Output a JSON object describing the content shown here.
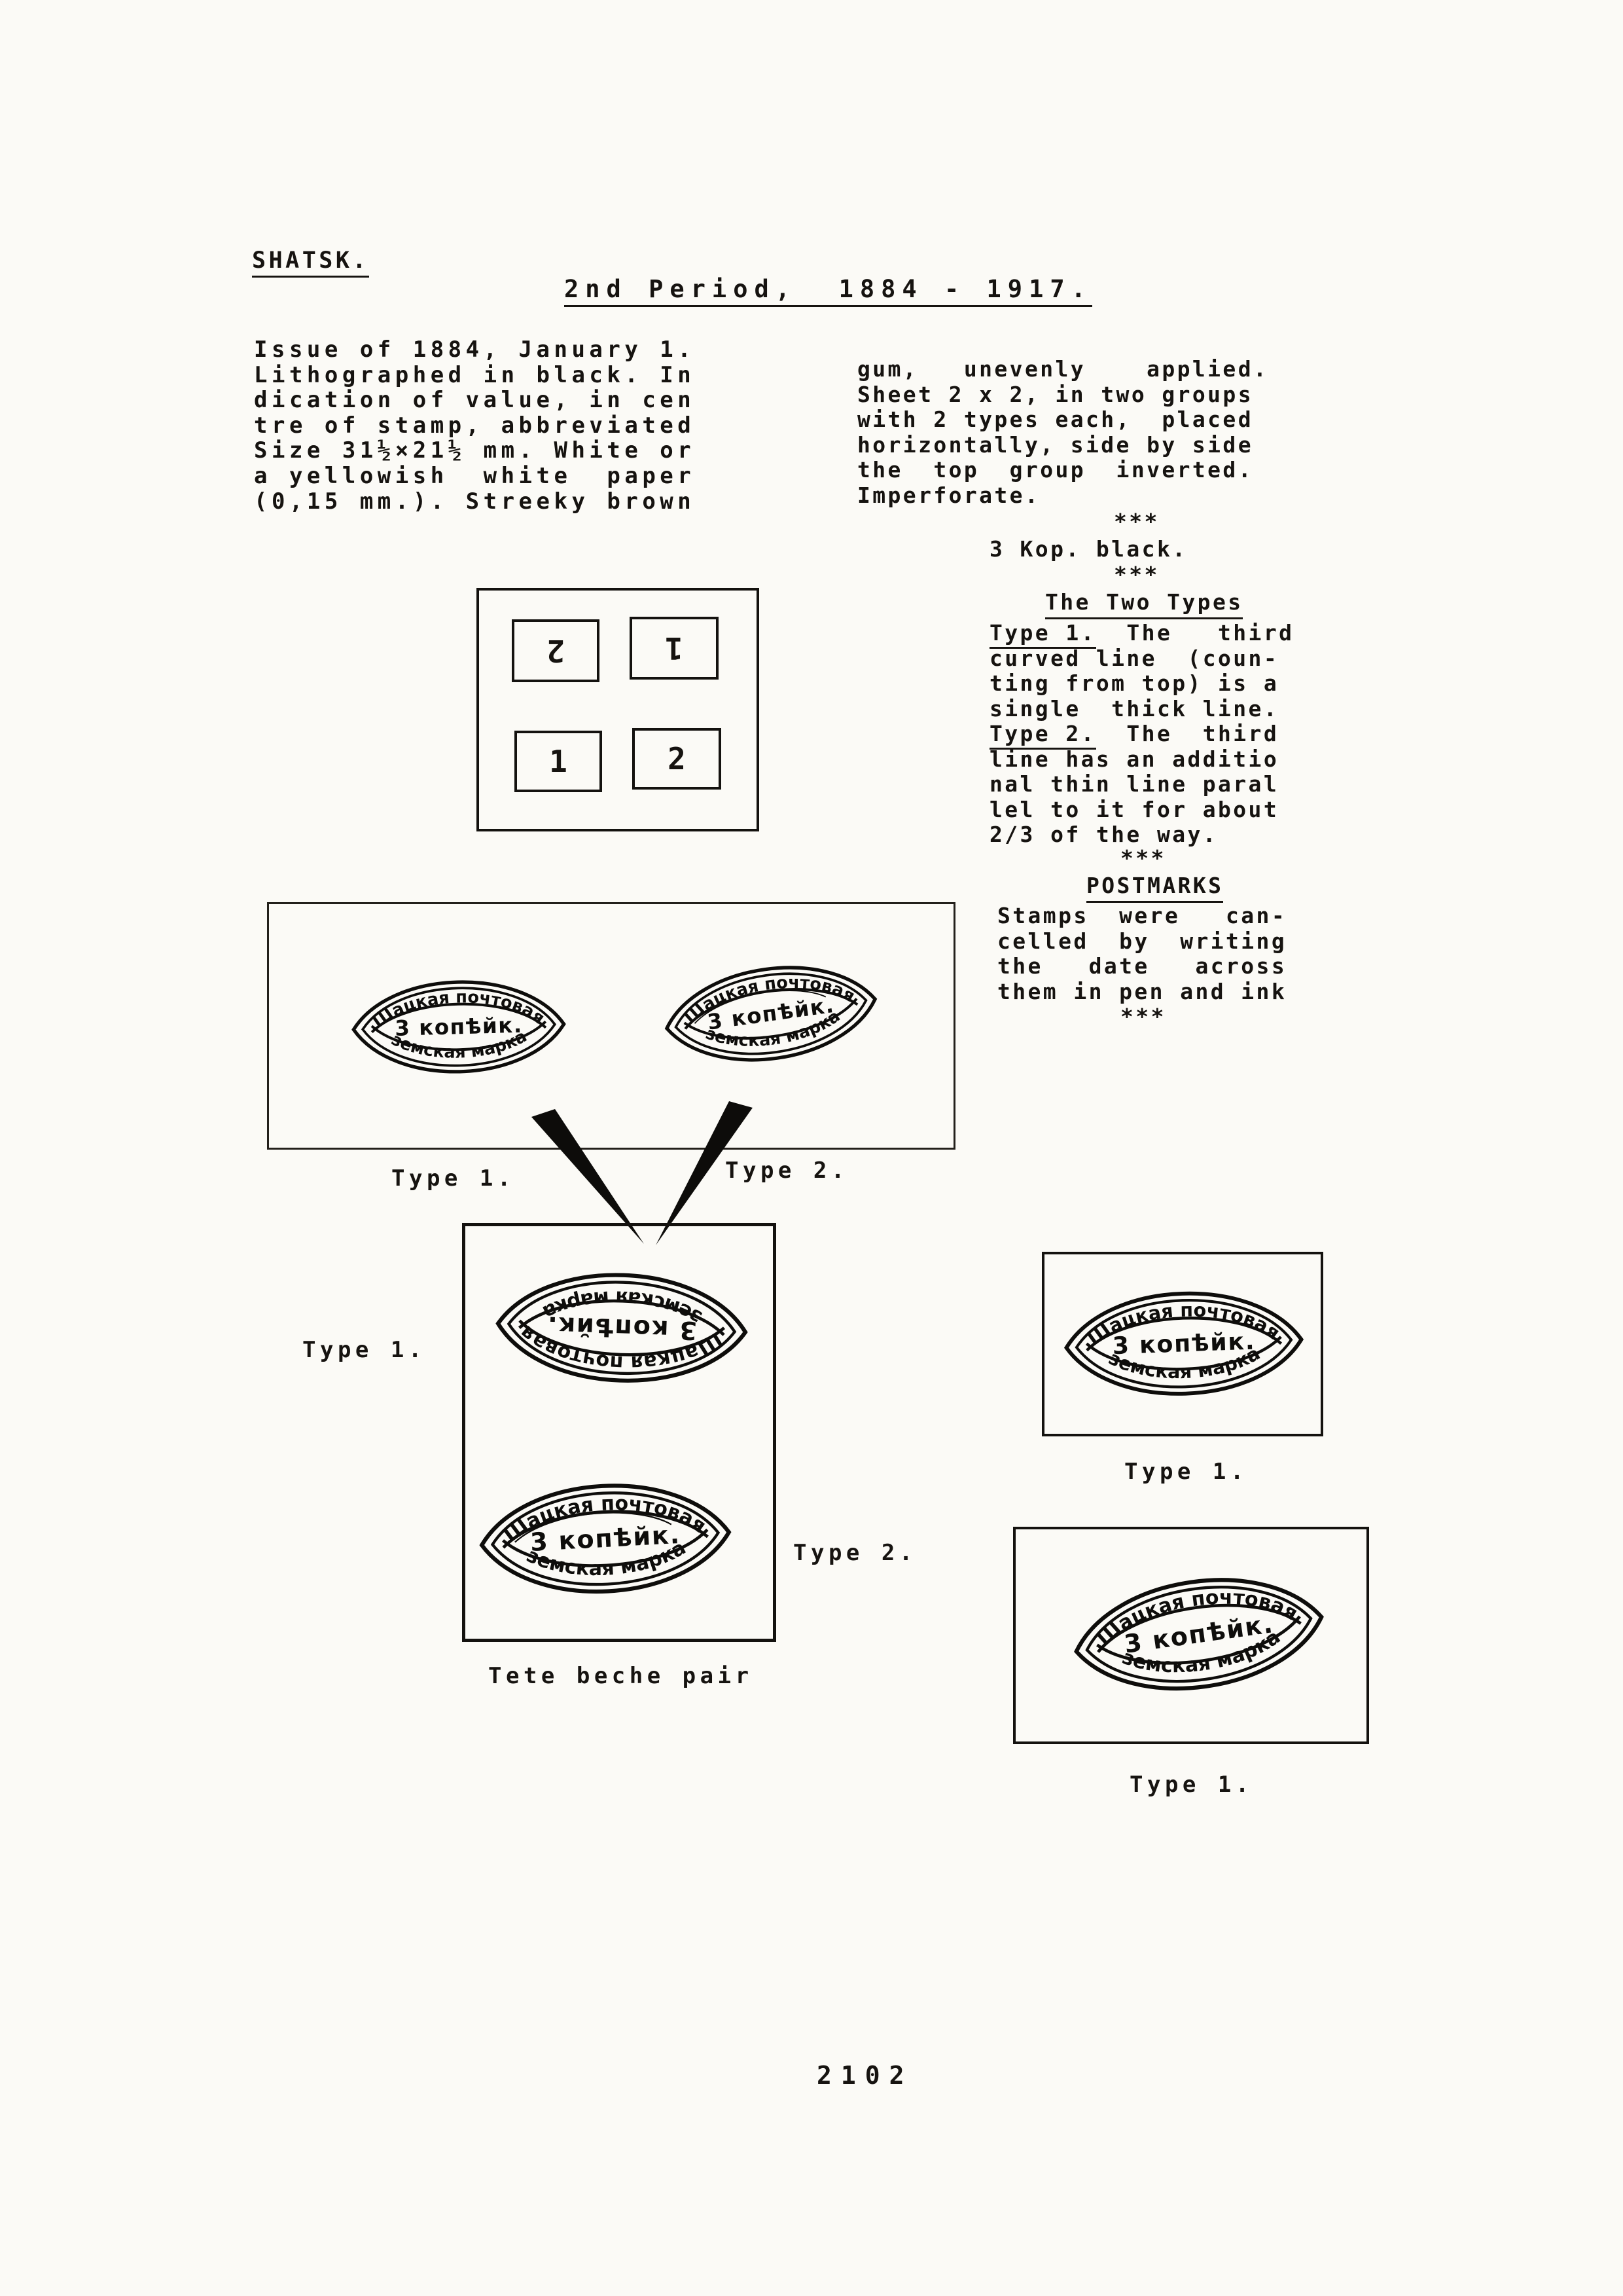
{
  "header": {
    "place": "SHATSK.",
    "period": "2nd Period,  1884 - 1917."
  },
  "intro_left": [
    "Issue of 1884, January 1.",
    "Lithographed in black. In",
    "dication of value, in cen",
    "tre of stamp, abbreviated",
    "Size 31½×21½ mm. White or",
    "a yellowish  white  paper",
    "(0,15 mm.). Streeky brown"
  ],
  "intro_right": [
    "gum,   unevenly    applied.",
    "Sheet 2 x 2, in two groups",
    "with 2 types each,  placed",
    "horizontally, side by side",
    "the  top  group  inverted.",
    "Imperforate."
  ],
  "separator": "***",
  "value_line": "3 Kop. black.",
  "two_types": {
    "heading": "The Two Types",
    "type1_label": "Type 1.",
    "type1_rest": "  The   third",
    "type1_lines": [
      "curved line  (coun-",
      "ting from top) is a",
      "single  thick line."
    ],
    "type2_label": "Type 2.",
    "type2_rest": "  The  third",
    "type2_lines": [
      "line has an additio",
      "nal thin line paral",
      "lel to it for about",
      "2/3 of the way."
    ]
  },
  "postmarks": {
    "heading": "POSTMARKS",
    "lines": [
      "Stamps  were   can-",
      "celled  by  writing",
      "the   date   across",
      "them in pen and ink"
    ]
  },
  "sheet_diagram": {
    "top_left": "2",
    "top_right": "1",
    "bottom_left": "1",
    "bottom_right": "2"
  },
  "stamp": {
    "top_text": "Шацкая почтовая",
    "middle_text": "3 копѣйк.",
    "bottom_text": "земская марка"
  },
  "captions": {
    "type1": "Type 1.",
    "type2": "Type 2.",
    "tete_beche": "Tete beche pair"
  },
  "page_number": "2102"
}
